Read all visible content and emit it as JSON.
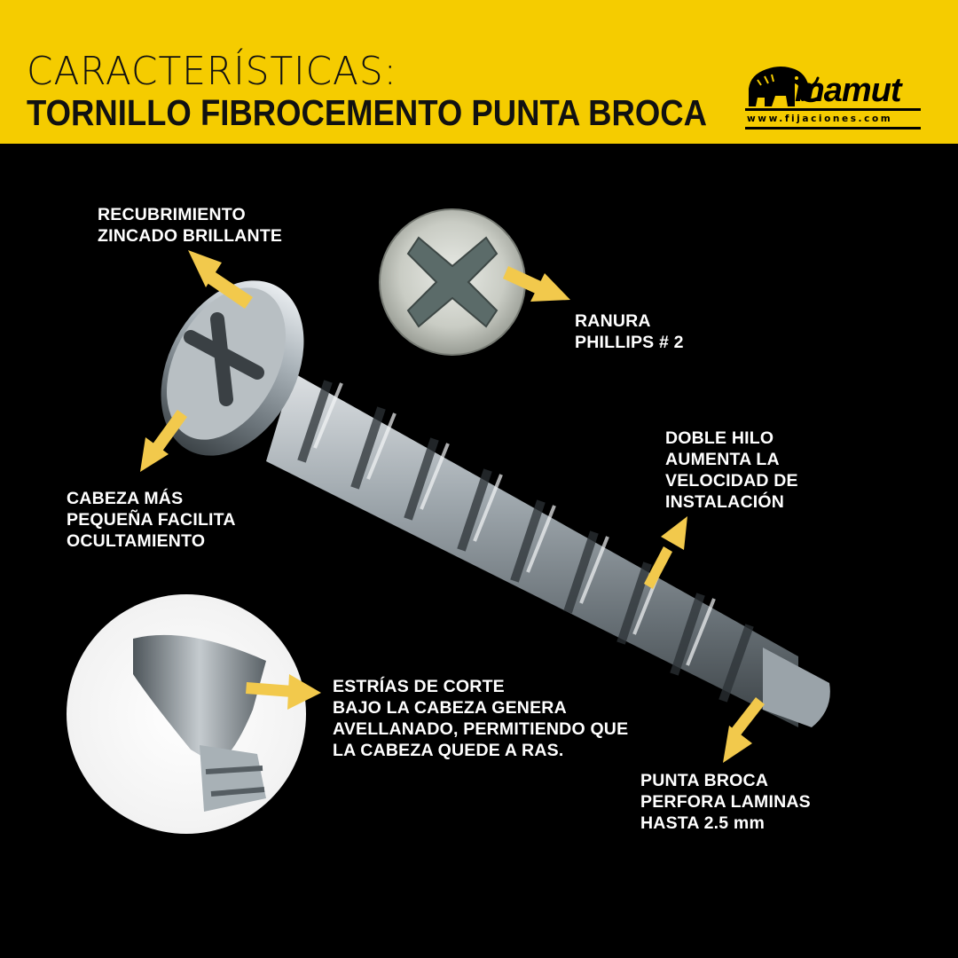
{
  "header": {
    "title_line1": "CARACTERÍSTICAS:",
    "title_line2": "TORNILLO FIBROCEMENTO PUNTA BROCA"
  },
  "logo": {
    "brand": "mamut",
    "url": "www.fijaciones.com"
  },
  "labels": {
    "recubrimiento": "RECUBRIMIENTO\nZINCADO BRILLANTE",
    "ranura": "RANURA\nPHILLIPS # 2",
    "cabeza": "CABEZA MÁS\nPEQUEÑA FACILITA\nOCULTAMIENTO",
    "doble_hilo": "DOBLE HILO\nAUMENTA LA\nVELOCIDAD DE\nINSTALACIÓN",
    "estrias": "ESTRÍAS DE CORTE\nBAJO LA CABEZA GENERA\nAVELLANADO, PERMITIENDO QUE\nLA CABEZA QUEDE A RAS.",
    "punta": "PUNTA BROCA\nPERFORA LAMINAS\nHASTA 2.5 mm"
  },
  "colors": {
    "header_bg": "#f5cc00",
    "background": "#000000",
    "arrow": "#f2c94c",
    "text": "#ffffff"
  }
}
